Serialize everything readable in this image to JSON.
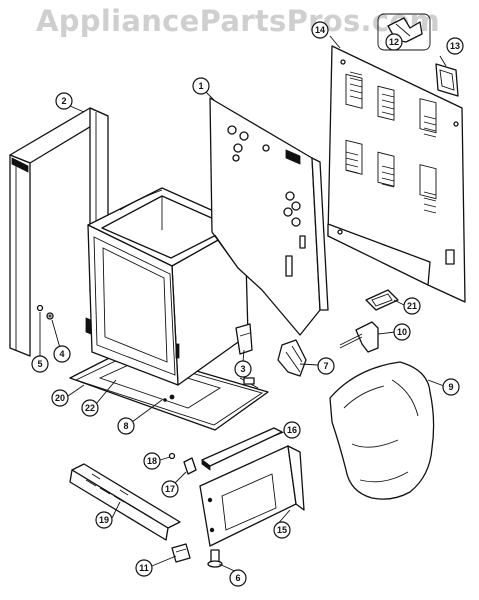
{
  "watermark": "AppliancePartsPros.com",
  "callouts": [
    {
      "id": "1",
      "label": "1"
    },
    {
      "id": "2",
      "label": "2"
    },
    {
      "id": "3",
      "label": "3"
    },
    {
      "id": "4",
      "label": "4"
    },
    {
      "id": "5",
      "label": "5"
    },
    {
      "id": "6",
      "label": "6"
    },
    {
      "id": "7",
      "label": "7"
    },
    {
      "id": "8",
      "label": "8"
    },
    {
      "id": "9",
      "label": "9"
    },
    {
      "id": "10",
      "label": "10"
    },
    {
      "id": "11",
      "label": "11"
    },
    {
      "id": "12",
      "label": "12"
    },
    {
      "id": "13",
      "label": "13"
    },
    {
      "id": "14",
      "label": "14"
    },
    {
      "id": "15",
      "label": "15"
    },
    {
      "id": "16",
      "label": "16"
    },
    {
      "id": "17",
      "label": "17"
    },
    {
      "id": "18",
      "label": "18"
    },
    {
      "id": "19",
      "label": "19"
    },
    {
      "id": "20",
      "label": "20"
    },
    {
      "id": "21",
      "label": "21"
    },
    {
      "id": "22",
      "label": "22"
    }
  ]
}
